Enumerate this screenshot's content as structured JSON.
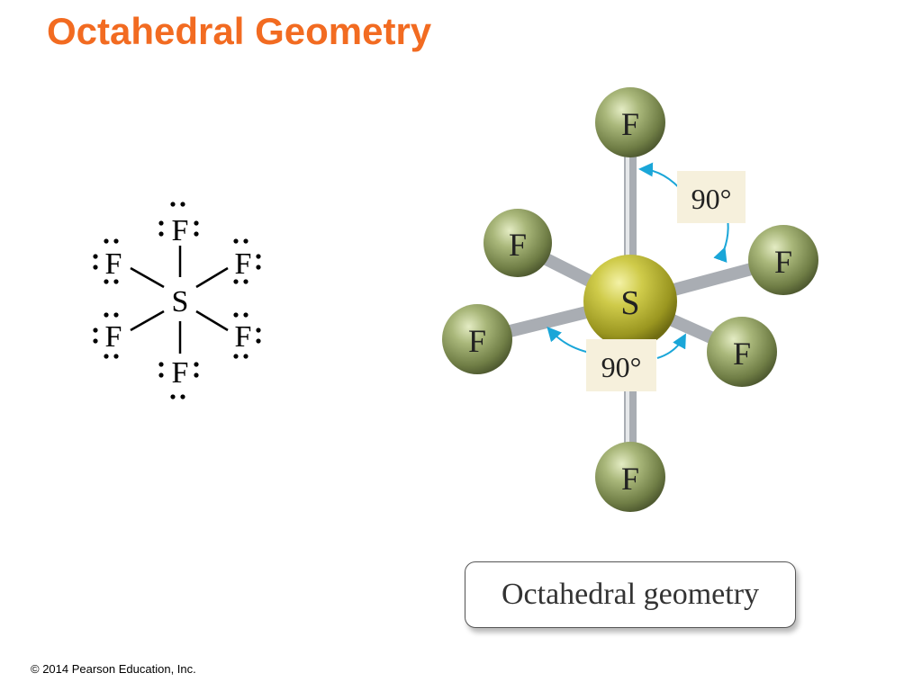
{
  "title": "Octahedral Geometry",
  "lewis_structure": {
    "central_atom": "S",
    "ligands": [
      "F",
      "F",
      "F",
      "F",
      "F",
      "F"
    ]
  },
  "ball_and_stick": {
    "central_atom": "S",
    "ligands": [
      "F",
      "F",
      "F",
      "F",
      "F",
      "F"
    ],
    "angle_labels": [
      "90°",
      "90°"
    ]
  },
  "caption": "Octahedral geometry",
  "copyright": "© 2014 Pearson Education, Inc.",
  "colors": {
    "title": "#f26b21",
    "fluorine_atom": "#8a9a5b",
    "sulfur_atom": "#b5b22e",
    "bond": "#a9adb3",
    "angle_arrow": "#1aa6d8",
    "angle_label_bg": "#f6f0dc"
  }
}
